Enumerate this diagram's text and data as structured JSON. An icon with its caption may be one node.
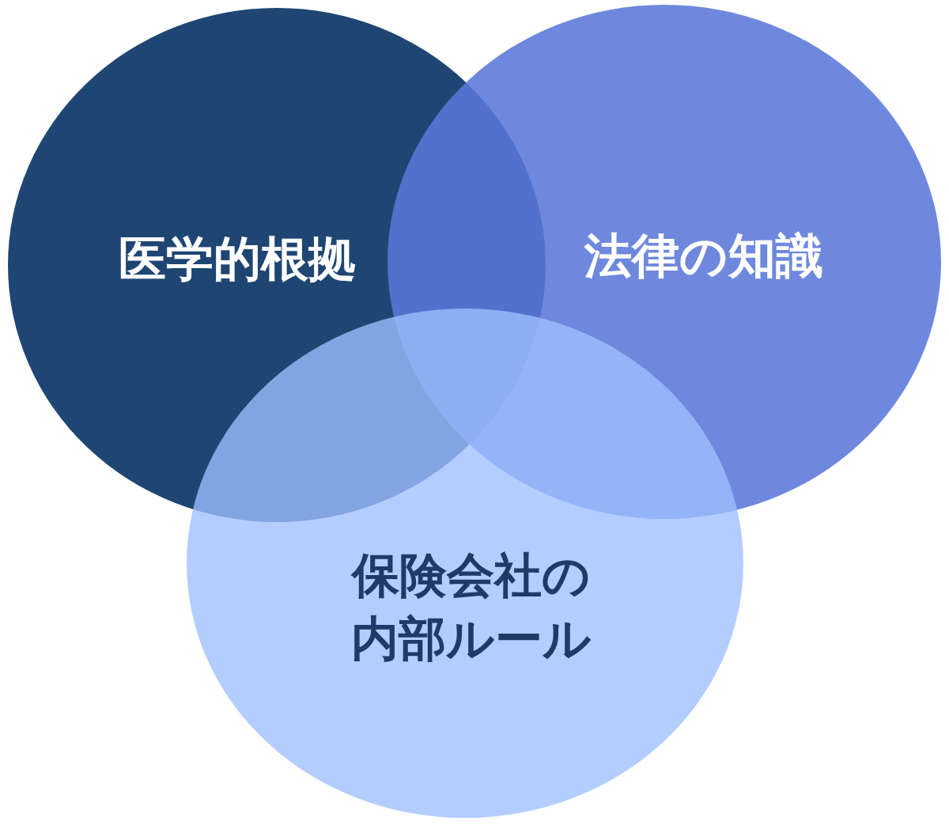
{
  "diagram": {
    "nodes": [
      {
        "text": [
          "医学的根拠"
        ]
      },
      {
        "text": [
          "法律の知識"
        ]
      },
      {
        "text": [
          "保険会社の内部ルール"
        ]
      }
    ]
  }
}
